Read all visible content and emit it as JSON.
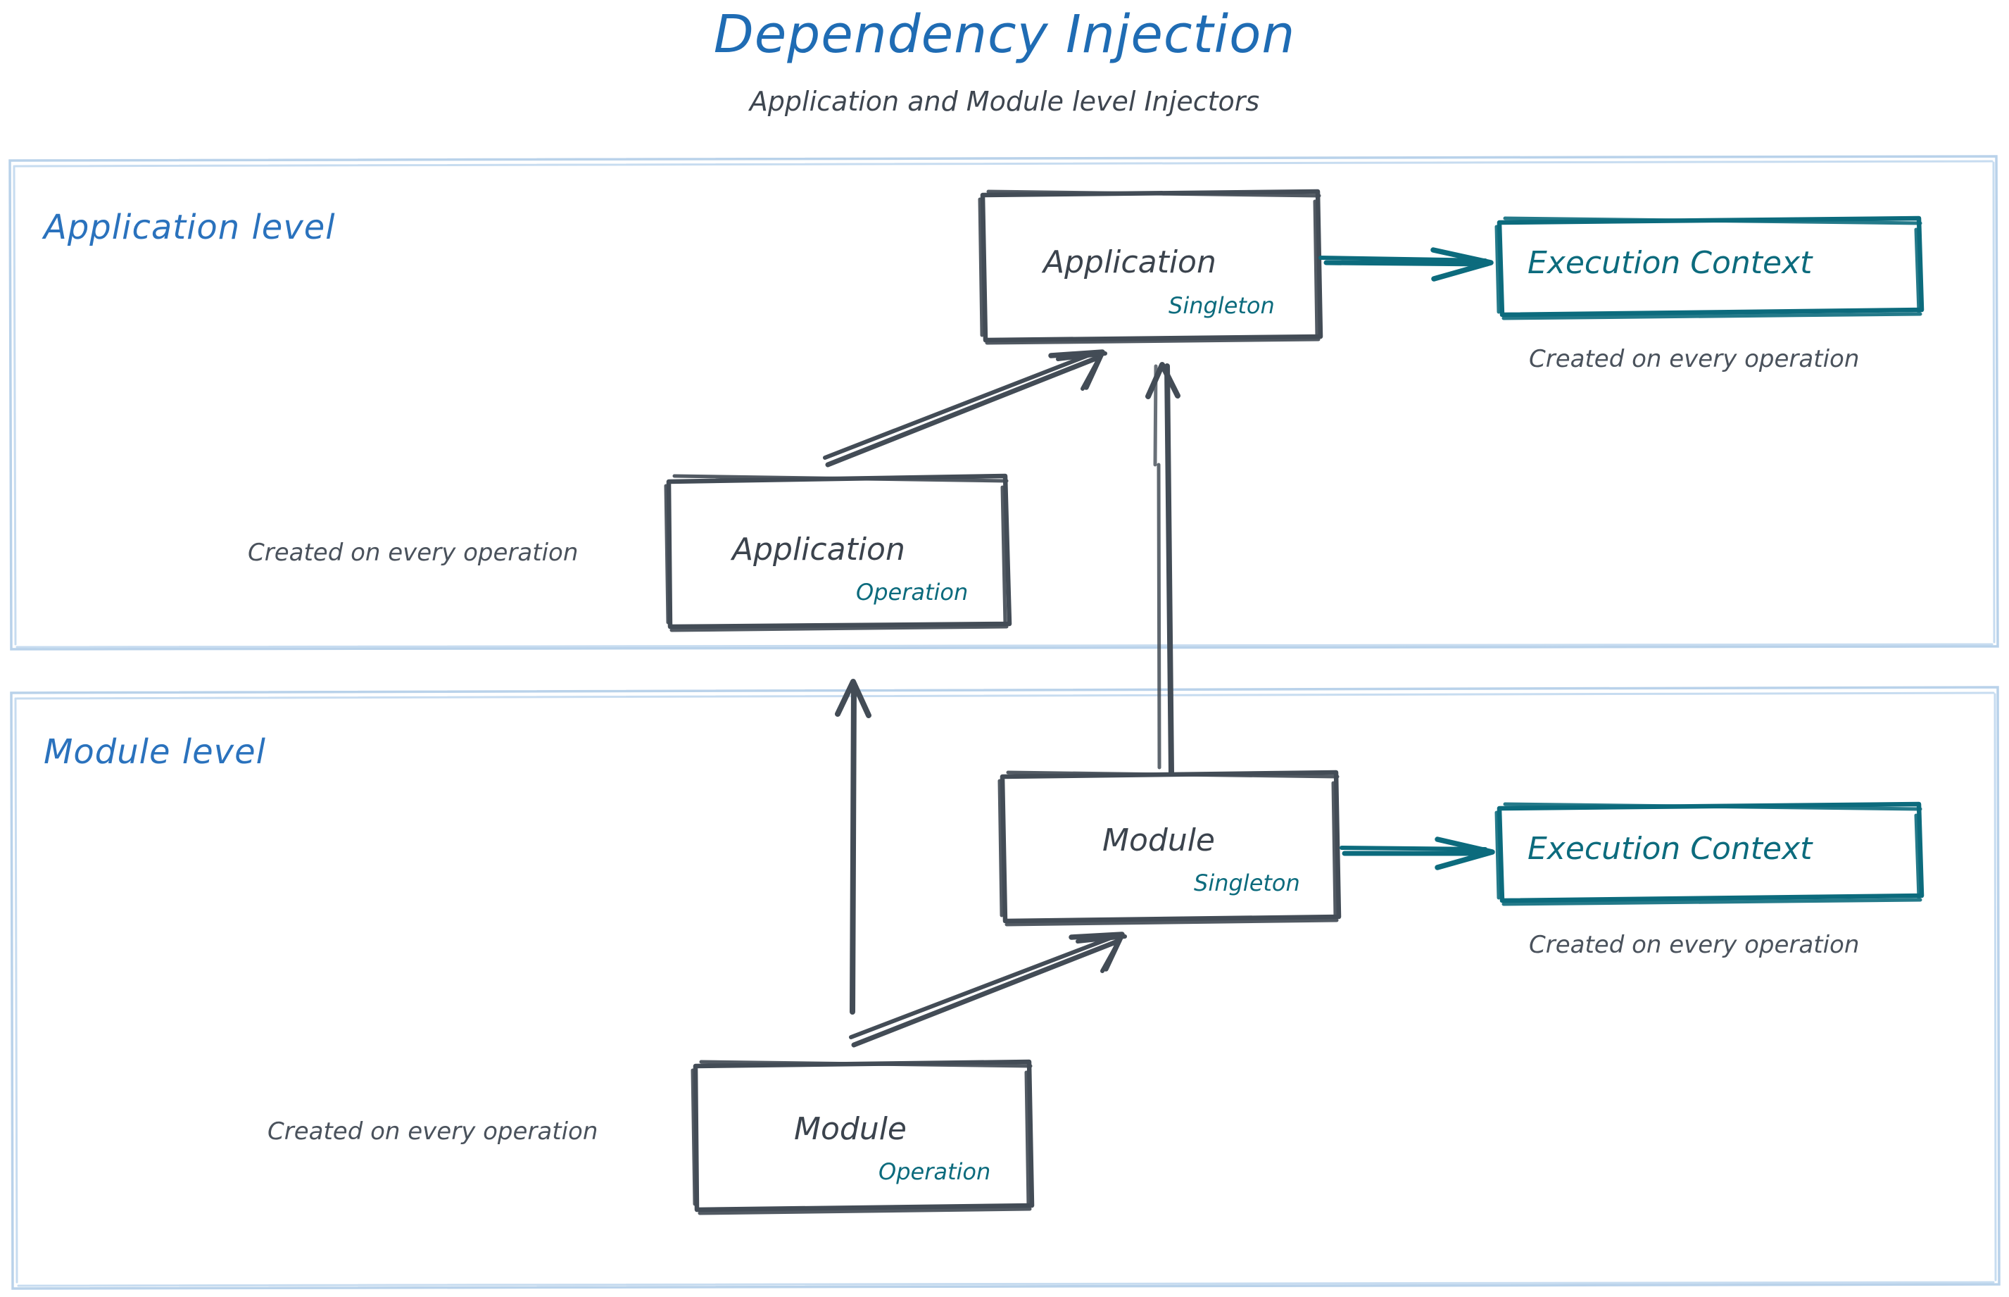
{
  "header": {
    "title": "Dependency Injection",
    "subtitle": "Application and Module level Injectors",
    "title_color": "#1f6cb4",
    "subtitle_color": "#3e4650"
  },
  "colors": {
    "panel_border": "#b9d2ea",
    "box_stroke": "#434c56",
    "accent_teal": "#0c6b7d",
    "label_blue": "#2a72bd",
    "note_gray": "#4a525c",
    "background": "#ffffff"
  },
  "panels": [
    {
      "id": "application-level",
      "label": "Application level",
      "nodes": [
        {
          "id": "application-singleton",
          "title": "Application",
          "scope": "Singleton",
          "scope_color": "#0c6b7d"
        },
        {
          "id": "application-operation",
          "title": "Application",
          "scope": "Operation",
          "scope_color": "#0c6b7d",
          "note": "Created on every operation"
        },
        {
          "id": "application-execution-context",
          "title": "Execution Context",
          "note": "Created on every operation",
          "border_color": "#0c6b7d"
        }
      ]
    },
    {
      "id": "module-level",
      "label": "Module level",
      "nodes": [
        {
          "id": "module-singleton",
          "title": "Module",
          "scope": "Singleton",
          "scope_color": "#0c6b7d"
        },
        {
          "id": "module-operation",
          "title": "Module",
          "scope": "Operation",
          "scope_color": "#0c6b7d",
          "note": "Created on every operation"
        },
        {
          "id": "module-execution-context",
          "title": "Execution Context",
          "note": "Created on every operation",
          "border_color": "#0c6b7d"
        }
      ]
    }
  ],
  "edges": [
    {
      "id": "app-operation-to-app-singleton",
      "from": "application-operation",
      "to": "application-singleton",
      "style": "double-stroke",
      "color": "#434c56"
    },
    {
      "id": "app-singleton-to-app-execution-context",
      "from": "application-singleton",
      "to": "application-execution-context",
      "style": "double-stroke",
      "color": "#0c6b7d"
    },
    {
      "id": "module-singleton-to-app-singleton",
      "from": "module-singleton",
      "to": "application-singleton",
      "style": "single-stroke",
      "color": "#434c56"
    },
    {
      "id": "module-operation-to-app-operation",
      "from": "module-operation",
      "to": "application-operation",
      "style": "single-stroke",
      "color": "#434c56"
    },
    {
      "id": "module-operation-to-module-singleton",
      "from": "module-operation",
      "to": "module-singleton",
      "style": "double-stroke",
      "color": "#434c56"
    },
    {
      "id": "module-singleton-to-module-execution-context",
      "from": "module-singleton",
      "to": "module-execution-context",
      "style": "double-stroke",
      "color": "#0c6b7d"
    }
  ]
}
